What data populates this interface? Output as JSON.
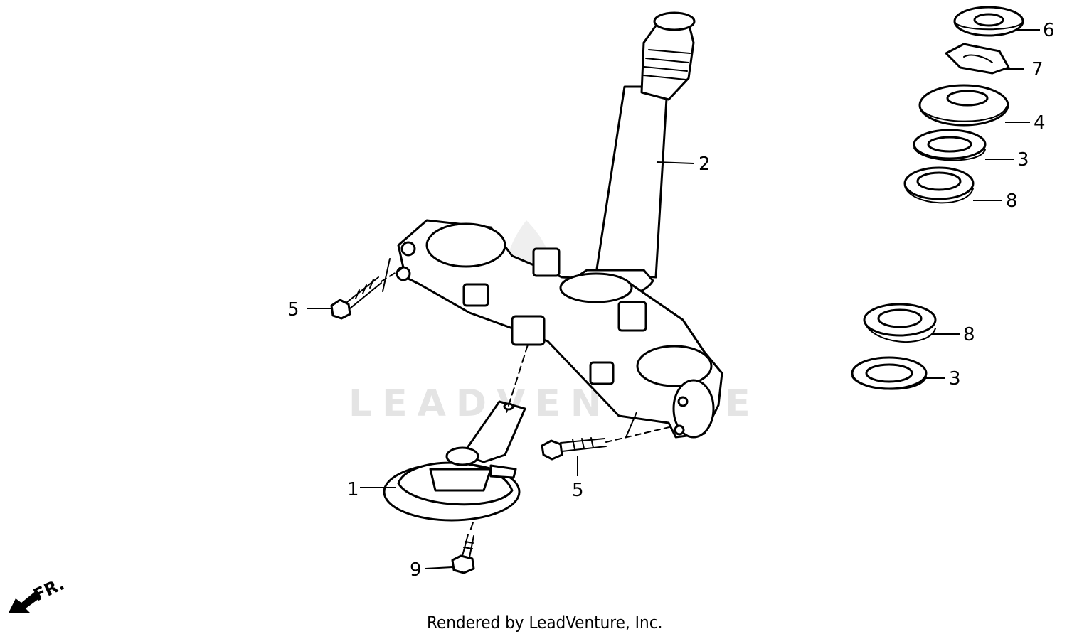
{
  "watermark": "LEADVENTURE",
  "credit": "Rendered by LeadVenture, Inc.",
  "front_marker": "FR.",
  "callouts": {
    "c1": "1",
    "c2": "2",
    "c3a": "3",
    "c3b": "3",
    "c4": "4",
    "c5a": "5",
    "c5b": "5",
    "c6": "6",
    "c7": "7",
    "c8a": "8",
    "c8b": "8",
    "c9": "9"
  }
}
